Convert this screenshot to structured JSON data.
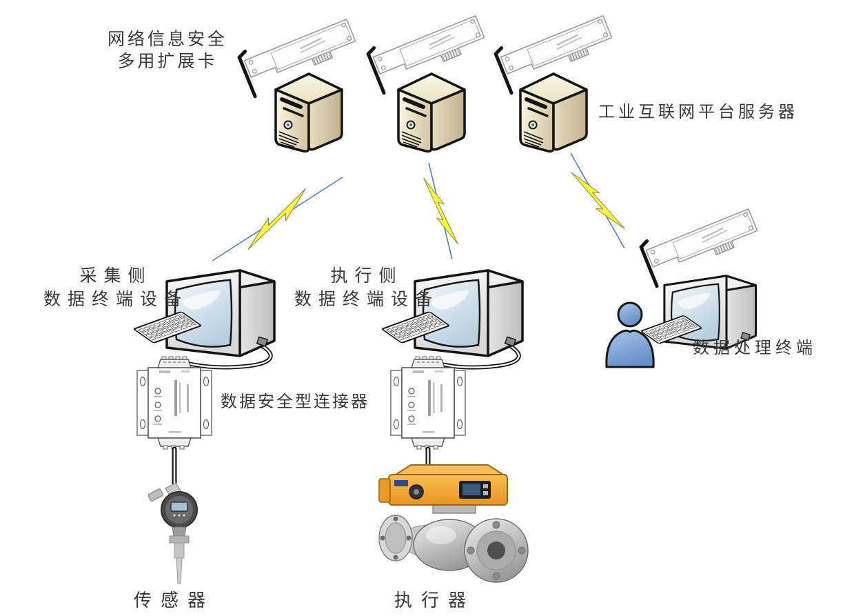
{
  "page": {
    "background": "#FFFFFF"
  },
  "labels": {
    "expansion_card_line1": "网络信息安全",
    "expansion_card_line2": "多用扩展卡",
    "platform_server": "工业互联网平台服务器",
    "collect_terminal_line1": "采集侧",
    "collect_terminal_line2": "数据终端设备",
    "execute_terminal_line1": "执行侧",
    "execute_terminal_line2": "数据终端设备",
    "data_connector": "数据安全型连接器",
    "processing_terminal": "数据处理终端",
    "sensor": "传感器",
    "actuator": "执行器"
  },
  "icons": {
    "expansion_card": "network-expansion-card-icon",
    "server": "server-tower-icon",
    "wireless_link": "lightning-bolt-icon",
    "terminal_monitor": "crt-monitor-icon",
    "keyboard": "keyboard-icon",
    "security_connector": "security-connector-box-icon",
    "operator": "person-icon",
    "sensor": "temperature-sensor-icon",
    "actuator": "motorized-ball-valve-icon"
  },
  "colors": {
    "label_text": "#3A3A3A",
    "lightning_fill": "#FFFF3C",
    "lightning_stroke": "#8C8C4A",
    "link_line": "#5B7FB4",
    "server_face_light": "#F5EFD9",
    "server_face_dark": "#CDBF9B",
    "person_fill": "#7FA8DC",
    "actuator_orange": "#F0A83C",
    "outline": "#141414"
  },
  "connections": [
    {
      "from": "server-1",
      "to": "collect-terminal",
      "type": "wireless"
    },
    {
      "from": "server-2",
      "to": "execute-terminal",
      "type": "wireless"
    },
    {
      "from": "server-3",
      "to": "processing-terminal",
      "type": "wireless"
    },
    {
      "from": "collect-terminal",
      "to": "connector-1",
      "type": "serial-cable"
    },
    {
      "from": "execute-terminal",
      "to": "connector-2",
      "type": "serial-cable"
    },
    {
      "from": "connector-1",
      "to": "sensor",
      "type": "cable"
    },
    {
      "from": "connector-2",
      "to": "actuator",
      "type": "cable"
    }
  ]
}
